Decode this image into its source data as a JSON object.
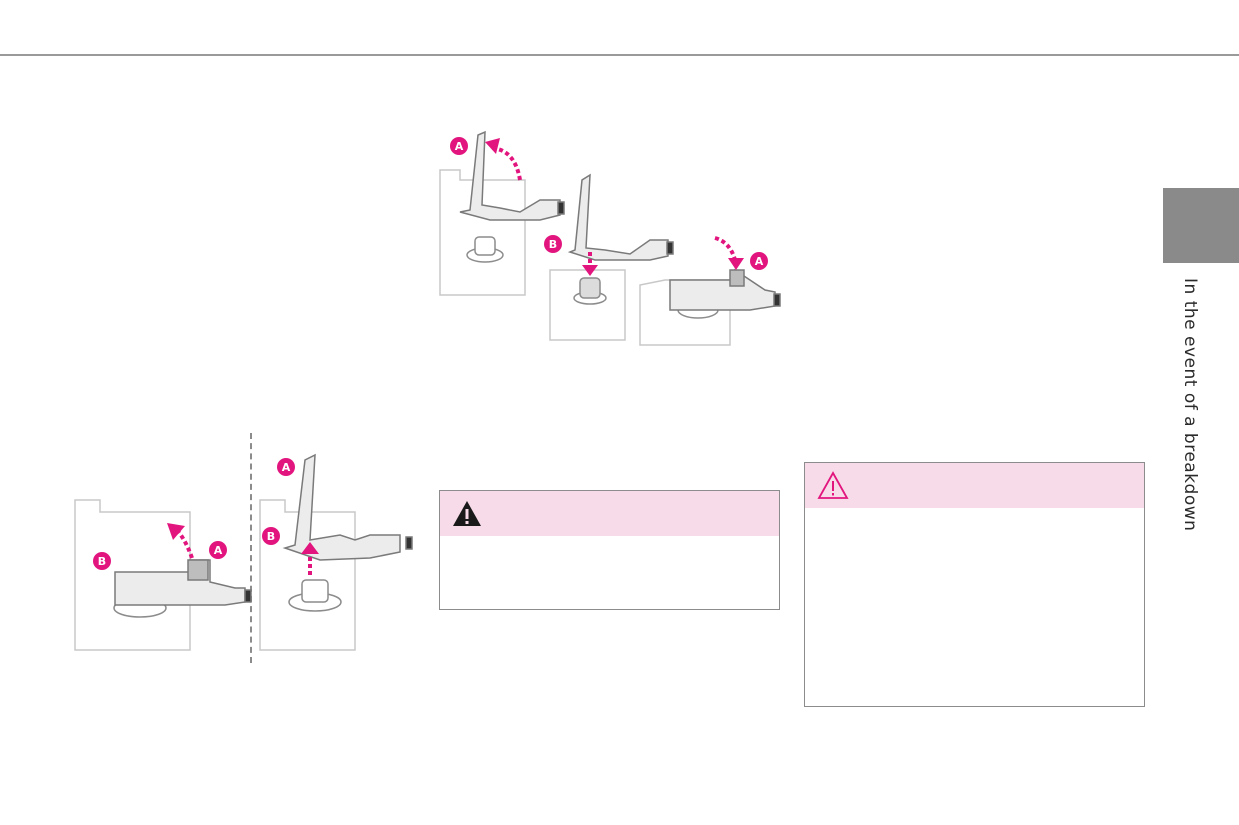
{
  "sidebar": {
    "chapter_title": "In the event of a breakdown"
  },
  "figures": {
    "top_figure_labels": [
      "A",
      "B",
      "A"
    ],
    "bottom_figure_labels": [
      "B",
      "A",
      "A",
      "B"
    ]
  },
  "colors": {
    "accent": "#e2157e",
    "warning_bg": "#f8dbe8",
    "rule": "#9a9a9a",
    "tab": "#8a8a8a"
  },
  "icons": {
    "danger": "warning-triangle-filled-icon",
    "caution": "warning-triangle-outline-icon"
  }
}
